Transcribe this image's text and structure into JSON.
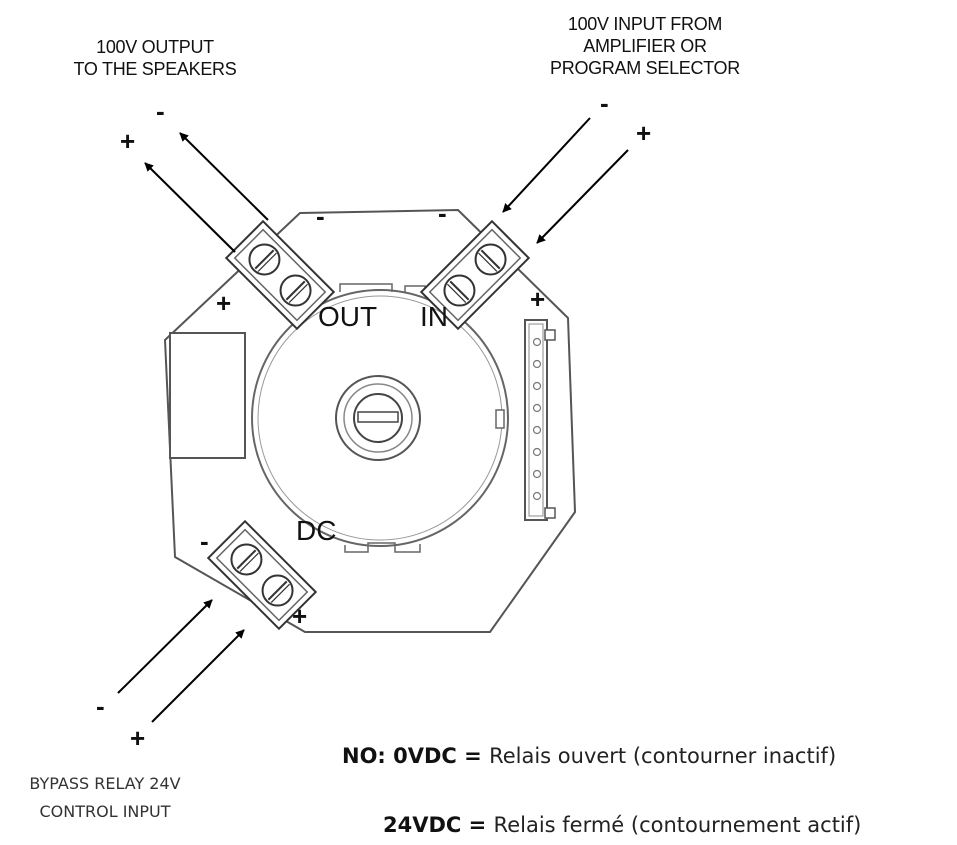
{
  "labels": {
    "output": [
      "100V OUTPUT",
      "TO THE SPEAKERS"
    ],
    "input": [
      "100V  INPUT FROM",
      "AMPLIFIER OR",
      "PROGRAM SELECTOR"
    ],
    "bypass": [
      "BYPASS RELAY 24V",
      "CONTROL INPUT"
    ]
  },
  "board": {
    "out": "OUT",
    "in": "IN",
    "dc": "DC"
  },
  "signs": {
    "minus": "-",
    "plus": "+"
  },
  "legend": {
    "line1_key": "NO: 0VDC",
    "line1_eq": " = ",
    "line1_text": "Relais ouvert (contourner inactif)",
    "line2_key": "24VDC",
    "line2_eq": " = ",
    "line2_text": "Relais fermé (contournement actif)"
  },
  "colors": {
    "line": "#444444",
    "arrow": "#000000",
    "text": "#111111"
  }
}
